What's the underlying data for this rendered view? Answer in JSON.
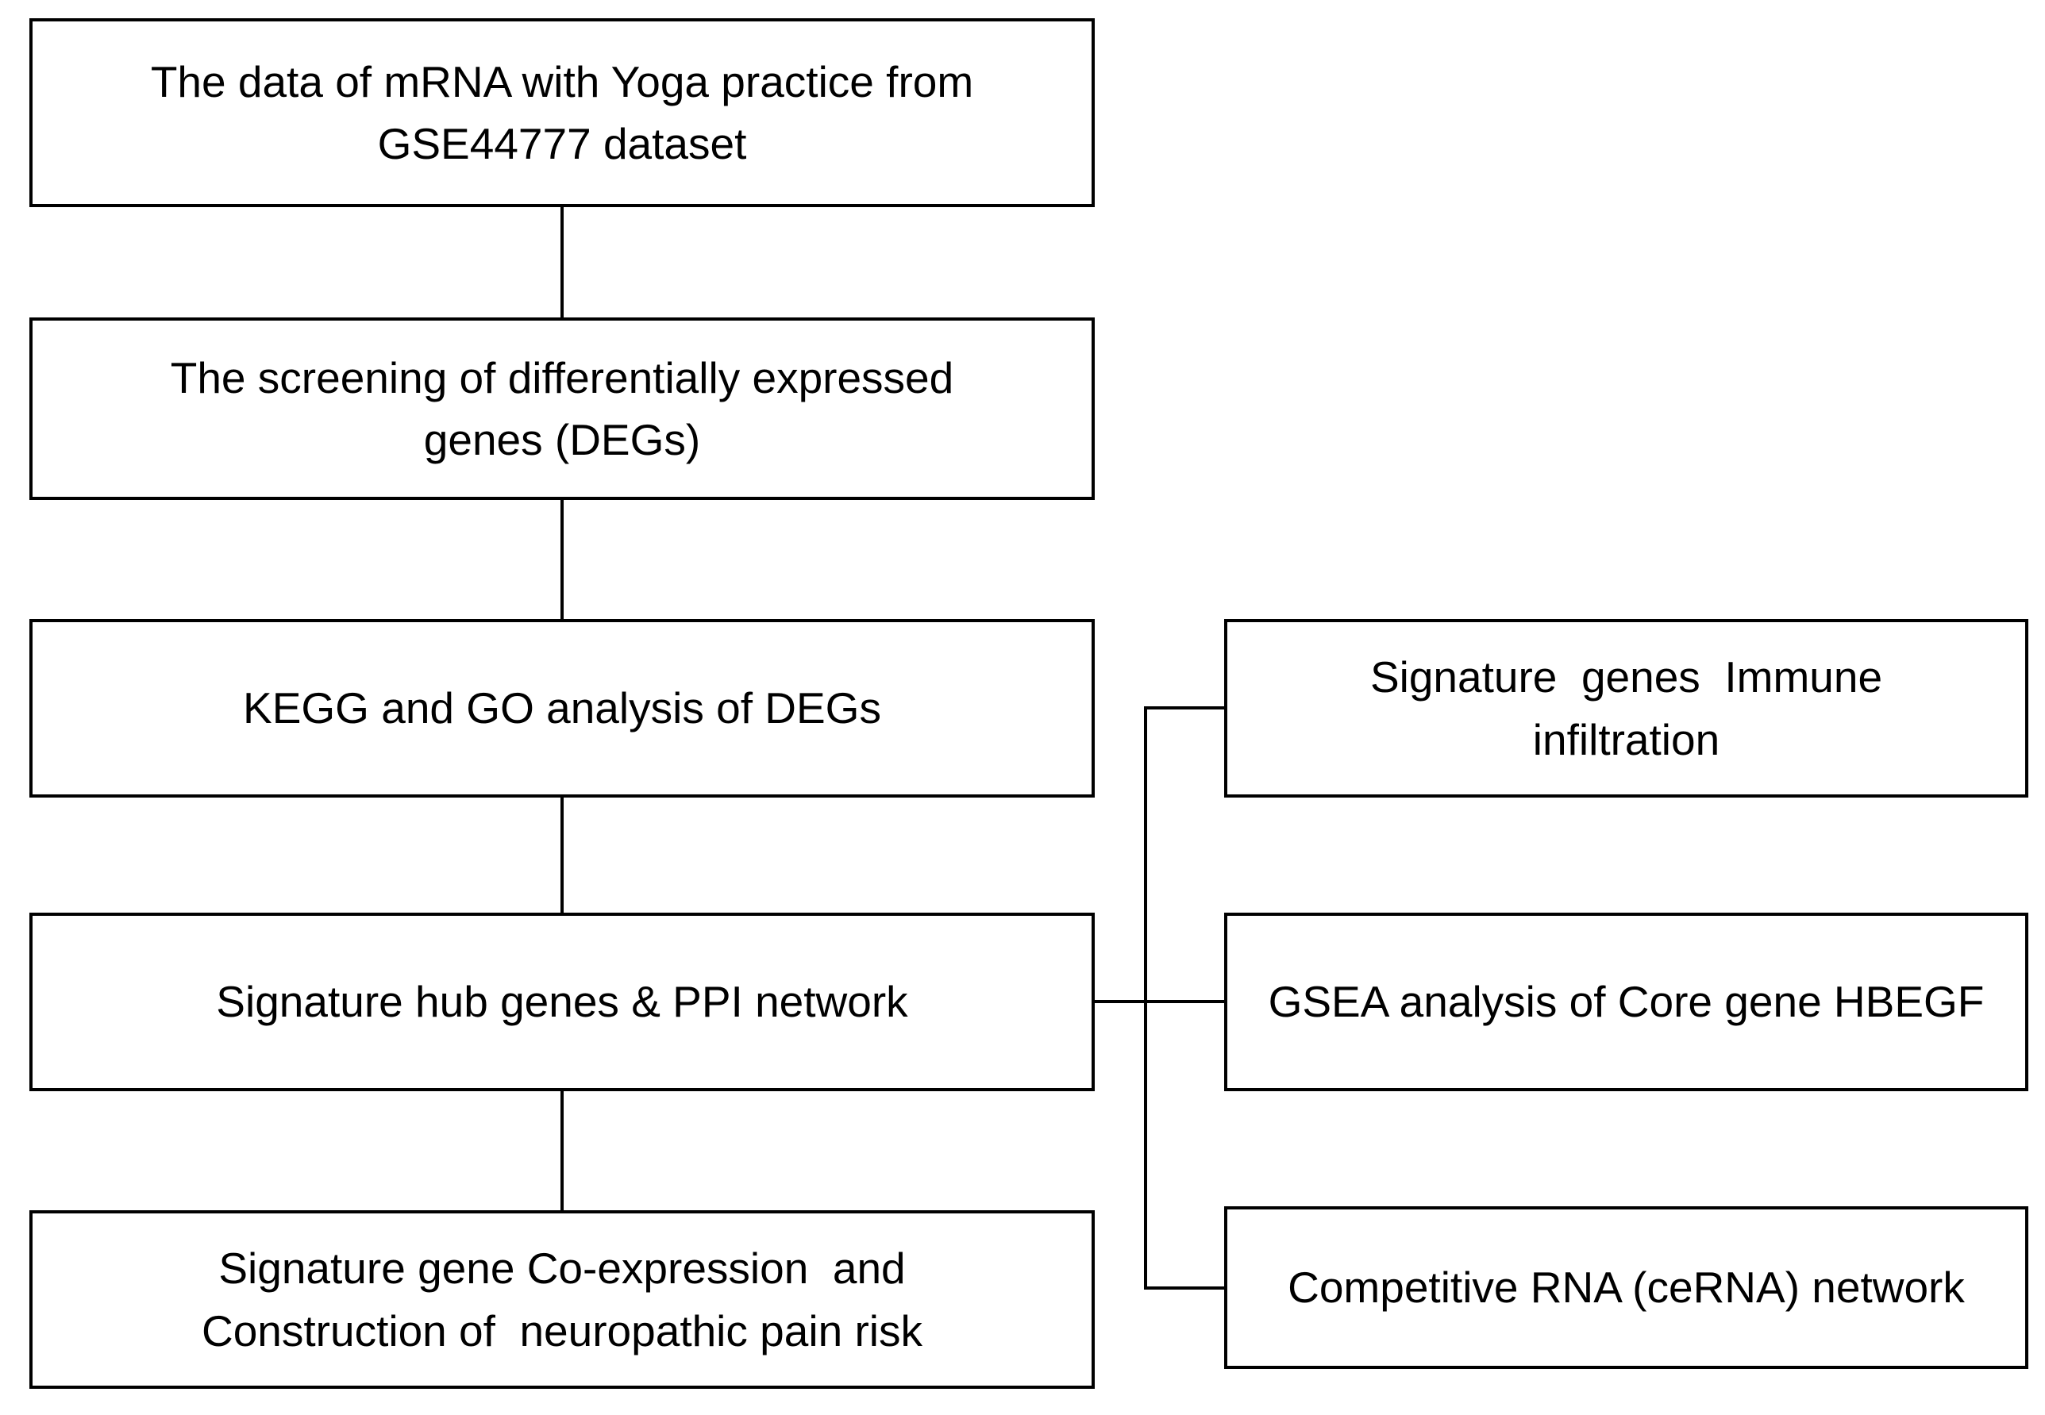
{
  "colors": {
    "box_border": "#000000",
    "box_background": "#ffffff",
    "text": "#000000",
    "connector": "#000000"
  },
  "flow": {
    "left": [
      {
        "lines": [
          "The data of mRNA with Yoga practice from",
          "GSE44777 dataset"
        ]
      },
      {
        "lines": [
          "The screening of differentially expressed",
          "genes (DEGs)"
        ]
      },
      {
        "lines": [
          "KEGG and GO analysis of DEGs"
        ]
      },
      {
        "lines": [
          "Signature hub genes & PPI network"
        ]
      },
      {
        "lines": [
          "Signature gene Co-expression  and",
          "Construction of  neuropathic pain risk"
        ]
      }
    ],
    "right": [
      {
        "lines": [
          "Signature  genes  Immune",
          "infiltration"
        ]
      },
      {
        "lines": [
          "GSEA analysis of Core gene HBEGF"
        ]
      },
      {
        "lines": [
          "Competitive RNA (ceRNA) network"
        ]
      }
    ]
  }
}
